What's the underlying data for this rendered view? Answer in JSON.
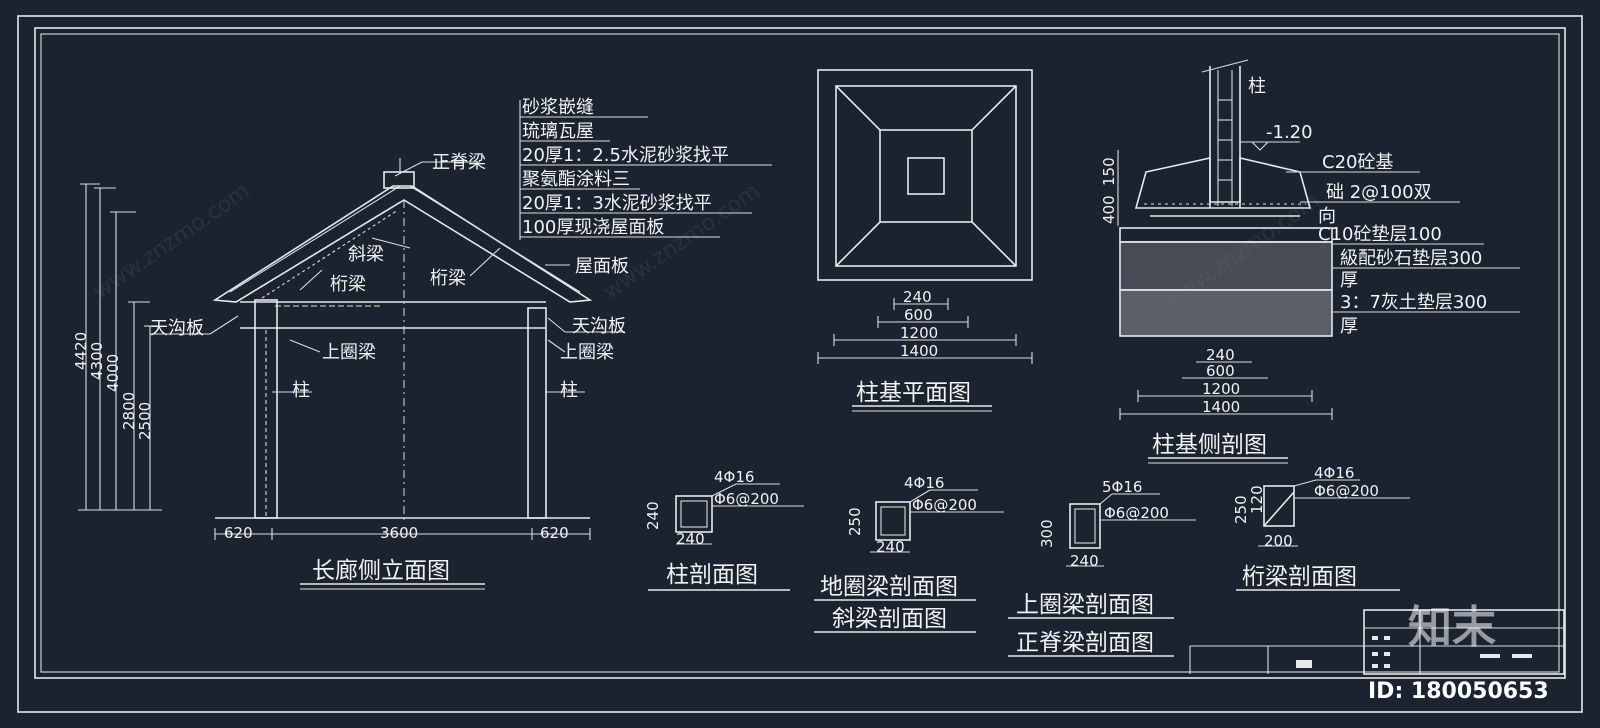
{
  "watermark": {
    "site": "www.znzmo.com",
    "logo": "知末",
    "id_label": "ID: 180050653"
  },
  "elevation": {
    "title": "长廊侧立面图",
    "labels": {
      "ridge_beam": "正脊梁",
      "diagonal_beam": "斜梁",
      "purlin_left": "桁梁",
      "purlin_right": "桁梁",
      "roof_panel": "屋面板",
      "gutter_left": "天沟板",
      "gutter_right": "天沟板",
      "ring_beam_left": "上圈梁",
      "ring_beam_right": "上圈梁",
      "column_left": "柱",
      "column_right": "柱"
    },
    "notes": [
      "砂浆嵌缝",
      "琉璃瓦屋",
      "20厚1：2.5水泥砂浆找平",
      "聚氨酯涂料三",
      "20厚1：3水泥砂浆找平",
      "100厚现浇屋面板"
    ],
    "heights": [
      "4420",
      "4300",
      "4000",
      "2800",
      "2500"
    ],
    "spans": [
      "620",
      "3600",
      "620"
    ]
  },
  "footing_plan": {
    "title": "柱基平面图",
    "dims": [
      "240",
      "600",
      "1200",
      "1400"
    ]
  },
  "footing_section": {
    "title": "柱基侧剖图",
    "column_label": "柱",
    "elevation_mark": "-1.20",
    "side_dims": [
      "400",
      "150"
    ],
    "layers": [
      "C20砼基",
      "础 2@100双",
      "向",
      "C10砼垫层100",
      "級配砂石垫层300",
      "厚",
      "3：7灰土垫层300",
      "厚"
    ],
    "dims": [
      "240",
      "600",
      "1200",
      "1400"
    ]
  },
  "sections": [
    {
      "title": "柱剖面图",
      "rebar": "4Φ16",
      "stirrup": "Φ6@200",
      "height": "240",
      "width": "240"
    },
    {
      "title": "地圈梁剖面图",
      "subtitle": "斜梁剖面图",
      "rebar": "4Φ16",
      "stirrup": "Φ6@200",
      "height": "250",
      "width": "240"
    },
    {
      "title": "上圈梁剖面图",
      "subtitle": "正脊梁剖面图",
      "rebar": "5Φ16",
      "stirrup": "Φ6@200",
      "height": "300",
      "width": "240"
    },
    {
      "title": "桁梁剖面图",
      "rebar": "4Φ16",
      "stirrup": "Φ6@200",
      "height": "250",
      "height2": "120",
      "width": "200"
    }
  ]
}
